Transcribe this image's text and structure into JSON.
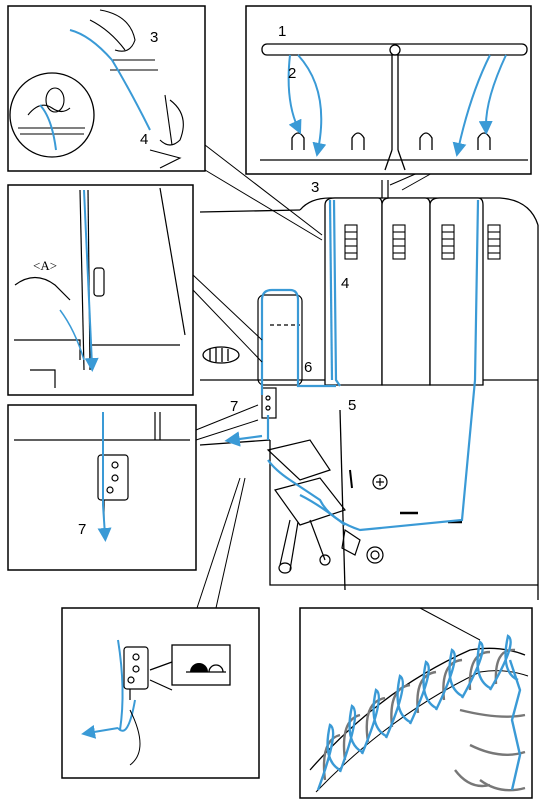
{
  "colors": {
    "thread": "#3a9ad6",
    "line": "#000000",
    "background": "#ffffff"
  },
  "labels": {
    "guide_1": "1",
    "guide_2": "2",
    "inset_topleft_3": "3",
    "inset_topleft_4": "4",
    "main_3": "3",
    "main_4": "4",
    "main_5": "5",
    "main_6": "6",
    "main_7": "7",
    "inset_looper_7": "7",
    "lever_a": "<A>"
  },
  "icons": {
    "stitch_symbol": "looper-threading-symbol-icon",
    "stitch_sample": "overlock-stitch-sample"
  }
}
